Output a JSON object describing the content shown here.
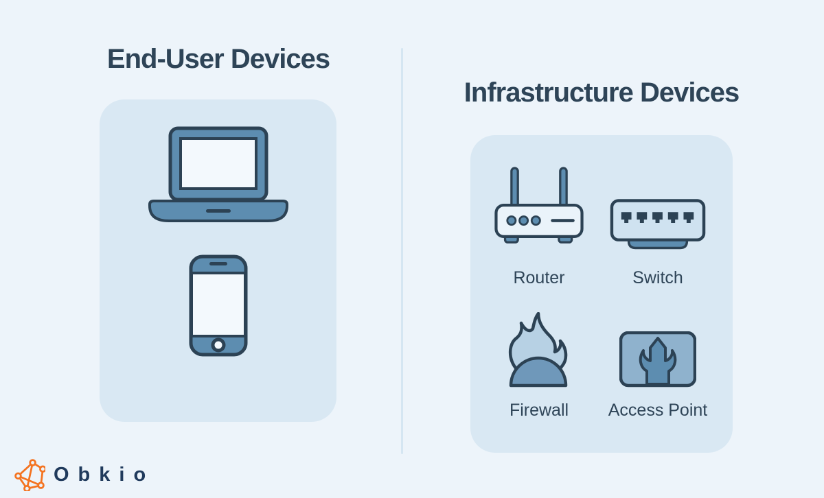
{
  "colors": {
    "page-bg": "#edf4fa",
    "card-bg": "#d9e8f3",
    "heading-text": "#2e4457",
    "label-text": "#2e4457",
    "icon-blue": "#5d8db0",
    "icon-blue-light": "#b7d1e4",
    "icon-blue-pale": "#eaf3fa",
    "icon-blue-mid": "#6f98ba",
    "icon-blue-soft": "#8fb2cd",
    "icon-switch-body": "#cfe2f0",
    "icon-outline": "#2c4254",
    "icon-screen": "#f3f9fd",
    "divider": "#d5e6f2",
    "brand-orange": "#f47320",
    "brand-navy": "#203a5c"
  },
  "left_panel": {
    "title": "End-User Devices",
    "icons": [
      {
        "name": "laptop-icon"
      },
      {
        "name": "smartphone-icon"
      }
    ]
  },
  "right_panel": {
    "title": "Infrastructure Devices",
    "items": [
      {
        "label": "Router",
        "icon": "router-icon"
      },
      {
        "label": "Switch",
        "icon": "switch-icon"
      },
      {
        "label": "Firewall",
        "icon": "firewall-icon"
      },
      {
        "label": "Access Point",
        "icon": "access-point-icon"
      }
    ]
  },
  "footer": {
    "brand": "Obkio"
  }
}
